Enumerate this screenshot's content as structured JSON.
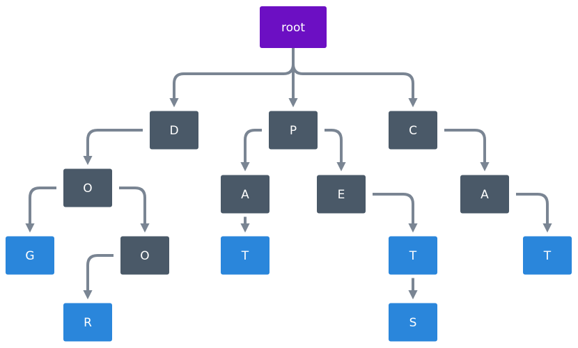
{
  "colors": {
    "root": "#6c0fc3",
    "inner": "#4a5968",
    "leaf": "#2a86db",
    "edge": "#7a8593"
  },
  "nodes": {
    "root": {
      "label": "root",
      "kind": "root"
    },
    "d": {
      "label": "D",
      "kind": "inner"
    },
    "p": {
      "label": "P",
      "kind": "inner"
    },
    "c": {
      "label": "C",
      "kind": "inner"
    },
    "do": {
      "label": "O",
      "kind": "inner"
    },
    "pa": {
      "label": "A",
      "kind": "inner"
    },
    "pe": {
      "label": "E",
      "kind": "inner"
    },
    "ca": {
      "label": "A",
      "kind": "inner"
    },
    "dog": {
      "label": "G",
      "kind": "leaf"
    },
    "doo": {
      "label": "O",
      "kind": "inner"
    },
    "pat": {
      "label": "T",
      "kind": "leaf"
    },
    "pet": {
      "label": "T",
      "kind": "leaf"
    },
    "cat": {
      "label": "T",
      "kind": "leaf"
    },
    "door": {
      "label": "R",
      "kind": "leaf"
    },
    "pets": {
      "label": "S",
      "kind": "leaf"
    }
  },
  "edges": [
    [
      "root",
      "d"
    ],
    [
      "root",
      "p"
    ],
    [
      "root",
      "c"
    ],
    [
      "d",
      "do"
    ],
    [
      "p",
      "pa"
    ],
    [
      "p",
      "pe"
    ],
    [
      "c",
      "ca"
    ],
    [
      "do",
      "dog"
    ],
    [
      "do",
      "doo"
    ],
    [
      "pa",
      "pat"
    ],
    [
      "pe",
      "pet"
    ],
    [
      "ca",
      "cat"
    ],
    [
      "doo",
      "door"
    ],
    [
      "pet",
      "pets"
    ]
  ]
}
